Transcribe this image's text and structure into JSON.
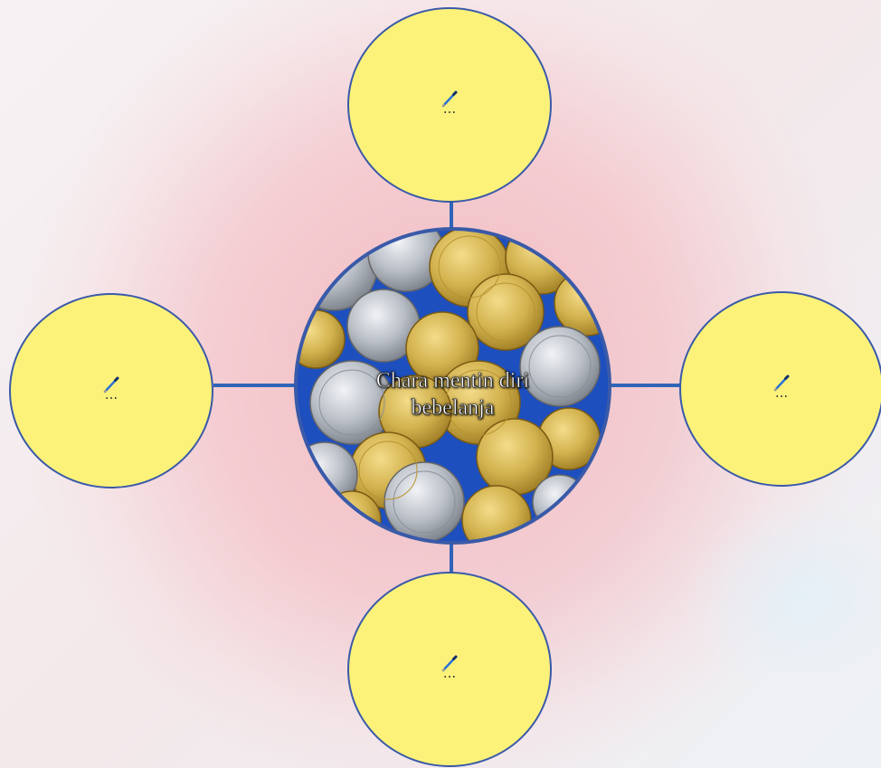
{
  "center": {
    "title_line1": "Chara mentin diri",
    "title_line2": "bebelanja",
    "image": "coins-photo"
  },
  "nodes": [
    {
      "id": "top",
      "placeholder": "...",
      "icon": "pen-icon"
    },
    {
      "id": "left",
      "placeholder": "...",
      "icon": "pen-icon"
    },
    {
      "id": "right",
      "placeholder": "...",
      "icon": "pen-icon"
    },
    {
      "id": "bottom",
      "placeholder": "...",
      "icon": "pen-icon"
    }
  ],
  "colors": {
    "node_fill": "#fcf27a",
    "node_border": "#3a5aa8",
    "connector": "#2f64b8",
    "center_border": "#3a5aa8"
  }
}
